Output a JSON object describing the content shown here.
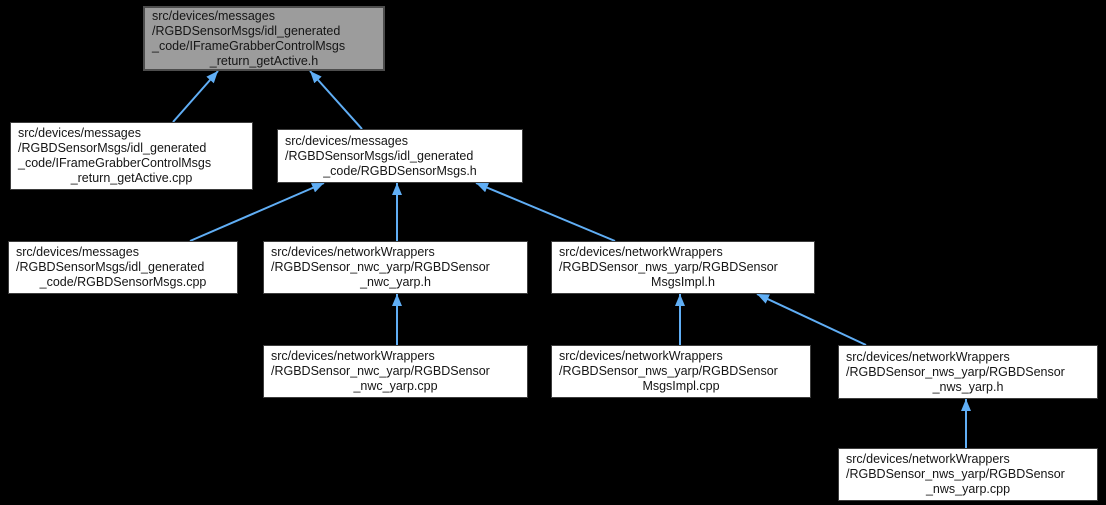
{
  "background": "#000000",
  "colors": {
    "arrow": "#60AEF5",
    "node_fill": "#ffffff",
    "node_border": "#3d3d3d",
    "current_node_fill": "#9c9c9c",
    "current_node_border": "#4d4d4d",
    "text": "#151515"
  },
  "graph": {
    "type": "include-dependency-graph",
    "nodes": [
      {
        "id": "return_getActive_h",
        "current": true,
        "lines": [
          "src/devices/messages",
          "/RGBDSensorMsgs/idl_generated",
          "_code/IFrameGrabberControlMsgs",
          "_return_getActive.h"
        ]
      },
      {
        "id": "return_getActive_cpp",
        "current": false,
        "lines": [
          "src/devices/messages",
          "/RGBDSensorMsgs/idl_generated",
          "_code/IFrameGrabberControlMsgs",
          "_return_getActive.cpp"
        ]
      },
      {
        "id": "RGBDSensorMsgs_h",
        "current": false,
        "lines": [
          "src/devices/messages",
          "/RGBDSensorMsgs/idl_generated",
          "_code/RGBDSensorMsgs.h"
        ]
      },
      {
        "id": "RGBDSensorMsgs_cpp",
        "current": false,
        "lines": [
          "src/devices/messages",
          "/RGBDSensorMsgs/idl_generated",
          "_code/RGBDSensorMsgs.cpp"
        ]
      },
      {
        "id": "RGBDSensor_nwc_yarp_h",
        "current": false,
        "lines": [
          "src/devices/networkWrappers",
          "/RGBDSensor_nwc_yarp/RGBDSensor",
          "_nwc_yarp.h"
        ]
      },
      {
        "id": "RGBDSensorMsgsImpl_h",
        "current": false,
        "lines": [
          "src/devices/networkWrappers",
          "/RGBDSensor_nws_yarp/RGBDSensor",
          "MsgsImpl.h"
        ]
      },
      {
        "id": "RGBDSensor_nwc_yarp_cpp",
        "current": false,
        "lines": [
          "src/devices/networkWrappers",
          "/RGBDSensor_nwc_yarp/RGBDSensor",
          "_nwc_yarp.cpp"
        ]
      },
      {
        "id": "RGBDSensorMsgsImpl_cpp",
        "current": false,
        "lines": [
          "src/devices/networkWrappers",
          "/RGBDSensor_nws_yarp/RGBDSensor",
          "MsgsImpl.cpp"
        ]
      },
      {
        "id": "RGBDSensor_nws_yarp_h",
        "current": false,
        "lines": [
          "src/devices/networkWrappers",
          "/RGBDSensor_nws_yarp/RGBDSensor",
          "_nws_yarp.h"
        ]
      },
      {
        "id": "RGBDSensor_nws_yarp_cpp",
        "current": false,
        "lines": [
          "src/devices/networkWrappers",
          "/RGBDSensor_nws_yarp/RGBDSensor",
          "_nws_yarp.cpp"
        ]
      }
    ],
    "edges": [
      {
        "from": "return_getActive_cpp",
        "to": "return_getActive_h"
      },
      {
        "from": "RGBDSensorMsgs_h",
        "to": "return_getActive_h"
      },
      {
        "from": "RGBDSensorMsgs_cpp",
        "to": "RGBDSensorMsgs_h"
      },
      {
        "from": "RGBDSensor_nwc_yarp_h",
        "to": "RGBDSensorMsgs_h"
      },
      {
        "from": "RGBDSensorMsgsImpl_h",
        "to": "RGBDSensorMsgs_h"
      },
      {
        "from": "RGBDSensor_nwc_yarp_cpp",
        "to": "RGBDSensor_nwc_yarp_h"
      },
      {
        "from": "RGBDSensorMsgsImpl_cpp",
        "to": "RGBDSensorMsgsImpl_h"
      },
      {
        "from": "RGBDSensor_nws_yarp_h",
        "to": "RGBDSensorMsgsImpl_h"
      },
      {
        "from": "RGBDSensor_nws_yarp_cpp",
        "to": "RGBDSensor_nws_yarp_h"
      }
    ]
  }
}
